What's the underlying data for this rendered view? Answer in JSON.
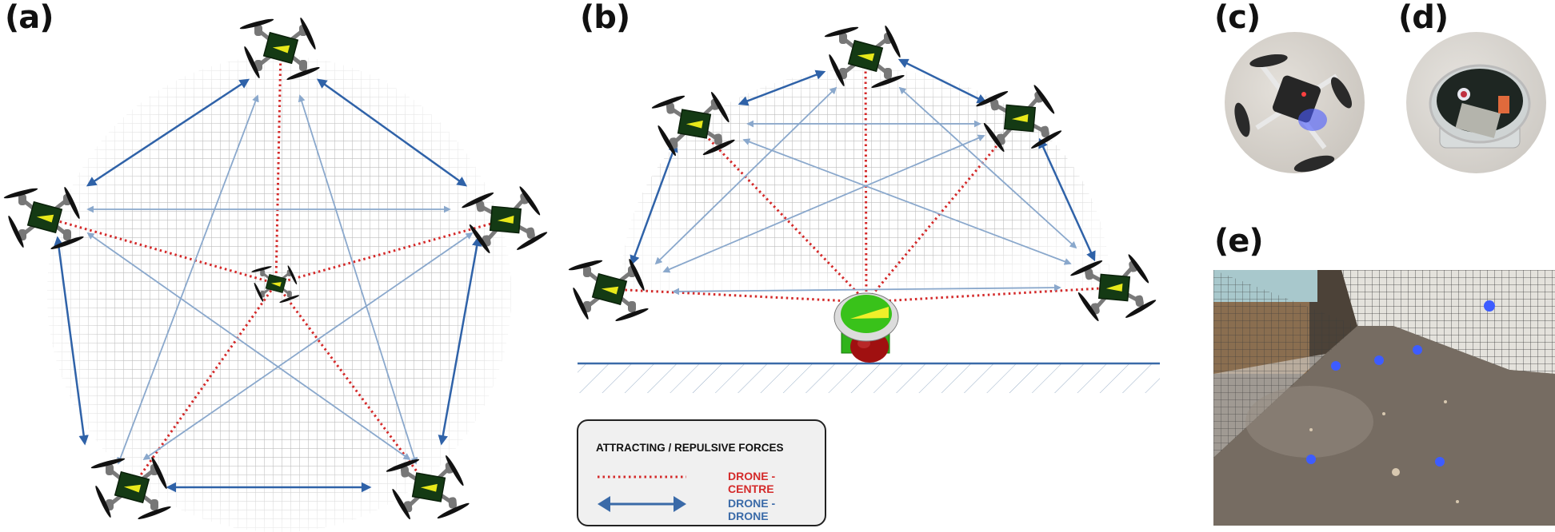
{
  "figure": {
    "panels": [
      {
        "id": "a",
        "label": "(a)",
        "description": "Spherical formation: six drones, one at centre, five on sphere surface"
      },
      {
        "id": "b",
        "label": "(b)",
        "description": "Hemispherical formation above ground robot centre"
      },
      {
        "id": "c",
        "label": "(c)",
        "description": "Photo of quadrotor nano-drone"
      },
      {
        "id": "d",
        "label": "(d)",
        "description": "Photo of ground robot"
      },
      {
        "id": "e",
        "label": "(e)",
        "description": "Photo of drone swarm flying in netted arena"
      }
    ],
    "legend": {
      "title": "ATTRACTING / REPULSIVE FORCES",
      "items": [
        {
          "label": "DRONE - CENTRE",
          "style": "dotted-line",
          "color": "#d42a2a"
        },
        {
          "label": "DRONE - DRONE",
          "style": "double-arrow",
          "color": "#3a6aa8"
        }
      ]
    },
    "colors": {
      "drone_body": "#143a14",
      "drone_marker": "#e8e81a",
      "drone_centre_line": "#d42a2a",
      "drone_drone_arrow": "#2f62a8",
      "drone_drone_arrow_light": "#8aa8cc",
      "grid": "#c8c8c8",
      "ground_line": "#3a6aa8",
      "robot_top": "#39c21a",
      "robot_ball": "#a01010"
    }
  }
}
